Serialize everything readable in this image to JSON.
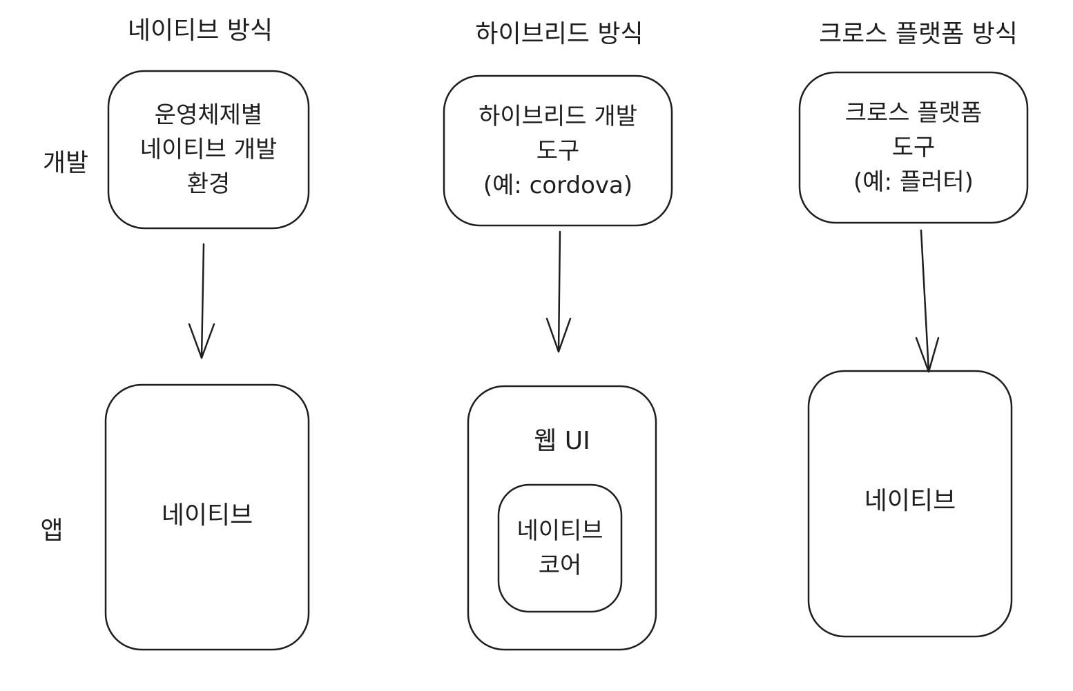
{
  "columns": {
    "native": {
      "title": "네이티브 방식",
      "dev_box": [
        "운영체제별",
        "네이티브 개발",
        "환경"
      ],
      "app_box": "네이티브"
    },
    "hybrid": {
      "title": "하이브리드 방식",
      "dev_box": [
        "하이브리드 개발",
        "도구",
        "(예: cordova)"
      ],
      "app_box": "웹 UI",
      "inner_box": [
        "네이티브",
        "코어"
      ]
    },
    "cross": {
      "title": "크로스 플랫폼 방식",
      "dev_box": [
        "크로스 플랫폼",
        "도구",
        "(예: 플러터)"
      ],
      "app_box": "네이티브"
    }
  },
  "row_labels": {
    "dev": "개발",
    "app": "앱"
  },
  "colors": {
    "stroke": "#1e1e1e",
    "background": "#ffffff"
  }
}
